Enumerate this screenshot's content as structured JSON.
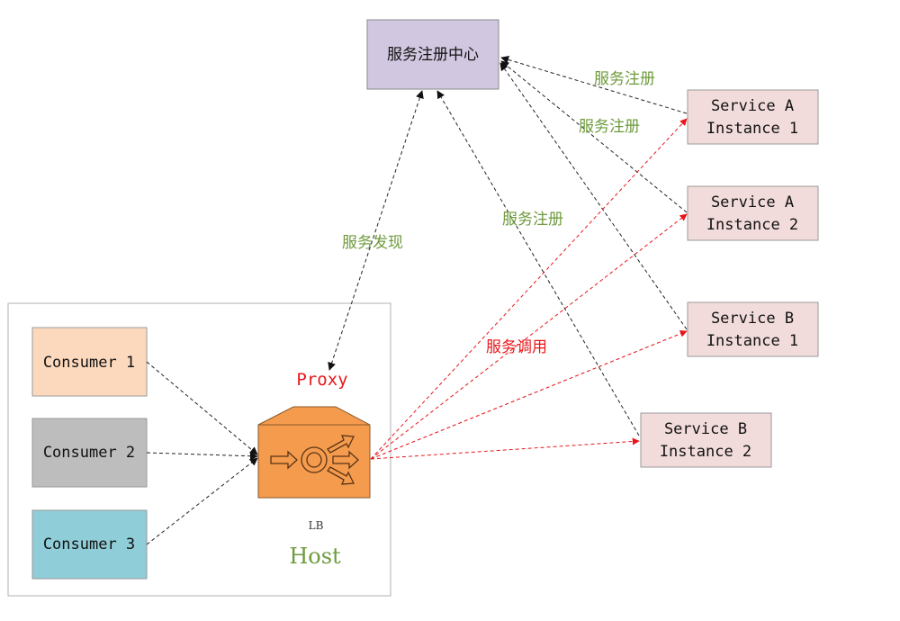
{
  "registry": {
    "label": "服务注册中心",
    "color": "#d2c7e0"
  },
  "host_box": {
    "label": "Host"
  },
  "proxy": {
    "label": "Proxy",
    "lb_label": "LB",
    "color": "#f59b4e"
  },
  "consumers": [
    {
      "label": "Consumer 1",
      "color": "#fcd9bd"
    },
    {
      "label": "Consumer 2",
      "color": "#bdbdbd"
    },
    {
      "label": "Consumer 3",
      "color": "#8fcdd8"
    }
  ],
  "services": [
    {
      "line1": "Service A",
      "line2": "Instance 1"
    },
    {
      "line1": "Service A",
      "line2": "Instance 2"
    },
    {
      "line1": "Service B",
      "line2": "Instance 1"
    },
    {
      "line1": "Service B",
      "line2": "Instance 2"
    }
  ],
  "service_color": "#f2dcdb",
  "labels": {
    "register_1": "服务注册",
    "register_2": "服务注册",
    "register_3": "服务注册",
    "discovery": "服务发现",
    "invoke": "服务调用"
  },
  "colors": {
    "green": "#6e9a3c",
    "red": "#e8161a",
    "black_arrow": "#222222"
  }
}
